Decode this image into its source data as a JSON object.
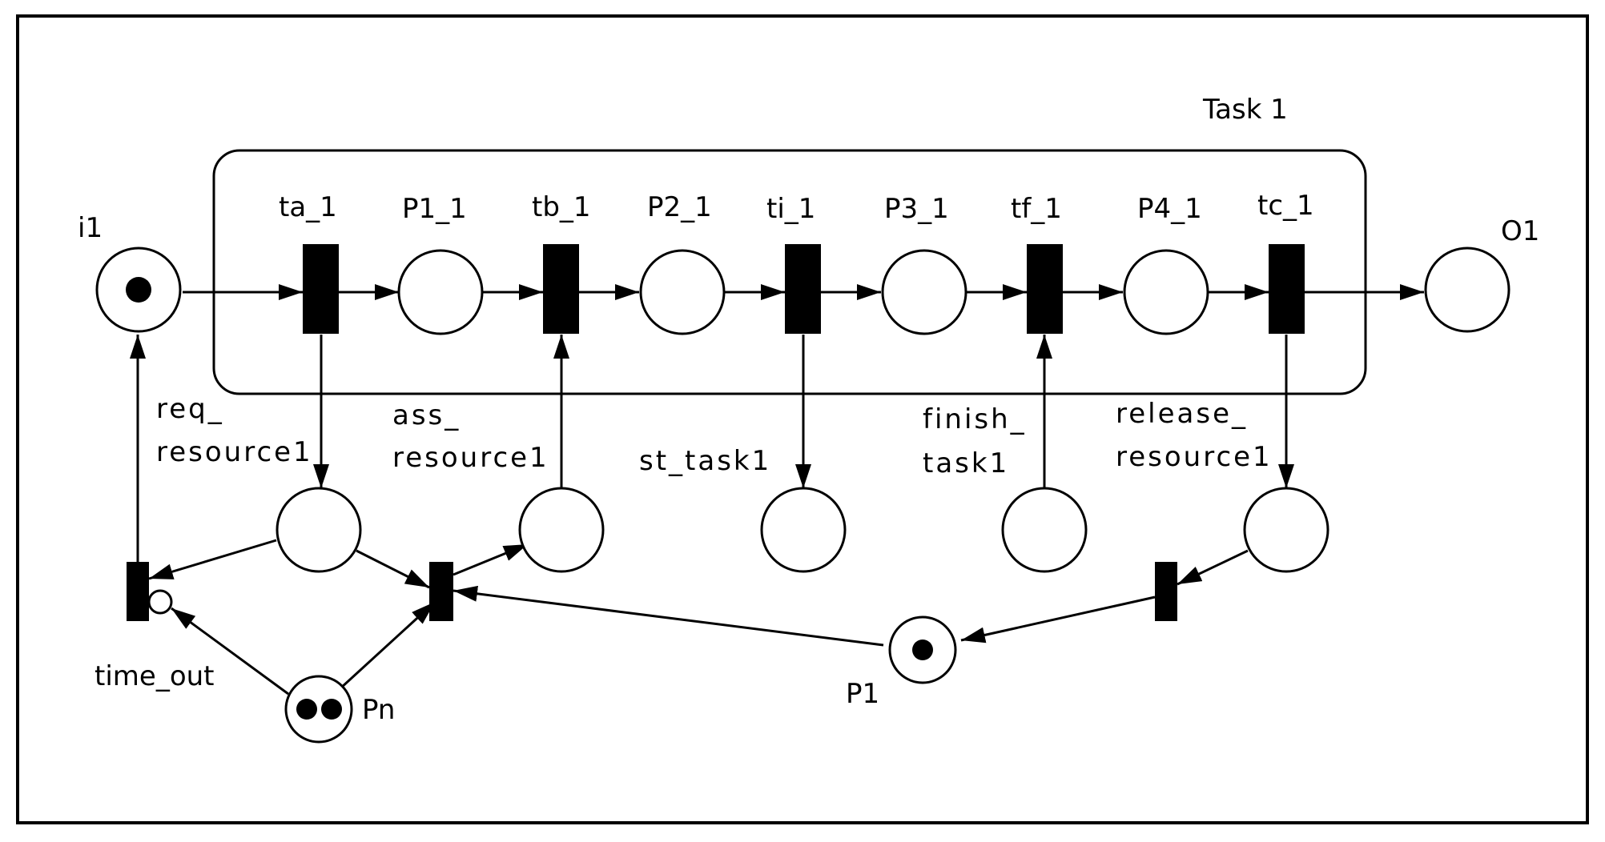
{
  "task_title": "Task 1",
  "places": {
    "i1": "i1",
    "p1_1": "P1_1",
    "p2_1": "P2_1",
    "p3_1": "P3_1",
    "p4_1": "P4_1",
    "o1": "O1",
    "pn": "Pn",
    "p1": "P1"
  },
  "transitions": {
    "ta_1": "ta_1",
    "tb_1": "tb_1",
    "ti_1": "ti_1",
    "tf_1": "tf_1",
    "tc_1": "tc_1",
    "time_out": "time_out"
  },
  "interface": {
    "req_1": "req_",
    "req_2": "resource1",
    "ass_1": "ass_",
    "ass_2": "resource1",
    "st_task": "st_task1",
    "finish_1": "finish_",
    "finish_2": "task1",
    "release_1": "release_",
    "release_2": "resource1"
  }
}
